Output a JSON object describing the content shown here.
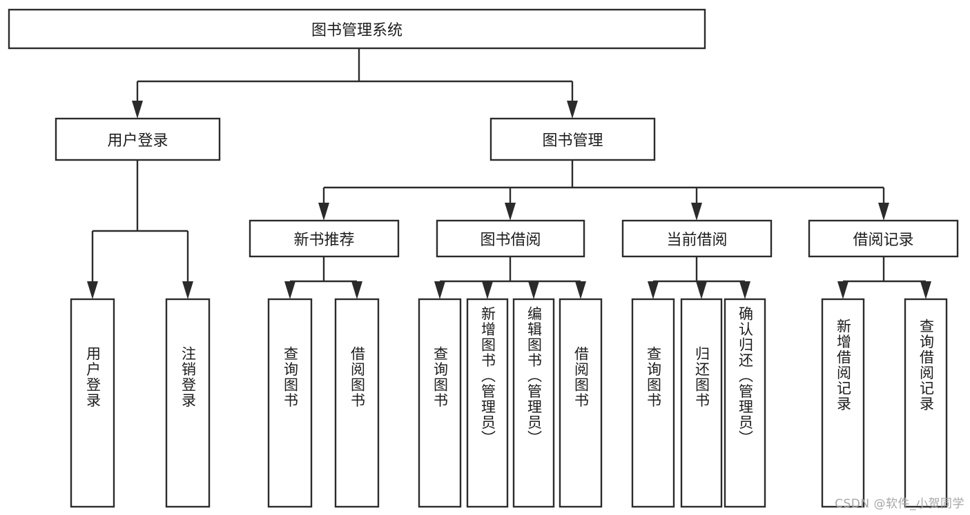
{
  "diagram": {
    "title": "图书管理系统",
    "watermark": "CSDN @软件_小贺同学",
    "style": {
      "box_fill": "#ffffff",
      "box_stroke": "#2b2b2b",
      "text_color": "#1c1c1c",
      "watermark_color": "#a6a6a6",
      "background": "#ffffff"
    },
    "root": {
      "label": "图书管理系统"
    },
    "level2": [
      {
        "label": "用户登录"
      },
      {
        "label": "图书管理"
      }
    ],
    "level3": [
      {
        "label": "新书推荐"
      },
      {
        "label": "图书借阅"
      },
      {
        "label": "当前借阅"
      },
      {
        "label": "借阅记录"
      }
    ],
    "leaves": {
      "user_login": [
        {
          "label": "用户登录"
        },
        {
          "label": "注销登录"
        }
      ],
      "new_book_recommend": [
        {
          "label": "查询图书"
        },
        {
          "label": "借阅图书"
        }
      ],
      "book_borrow": [
        {
          "label": "查询图书"
        },
        {
          "label": "新增图书（管理员）"
        },
        {
          "label": "编辑图书（管理员）"
        },
        {
          "label": "借阅图书"
        }
      ],
      "current_borrow": [
        {
          "label": "查询图书"
        },
        {
          "label": "归还图书"
        },
        {
          "label": "确认归还（管理员）"
        }
      ],
      "borrow_records": [
        {
          "label": "新增借阅记录"
        },
        {
          "label": "查询借阅记录"
        }
      ]
    }
  }
}
